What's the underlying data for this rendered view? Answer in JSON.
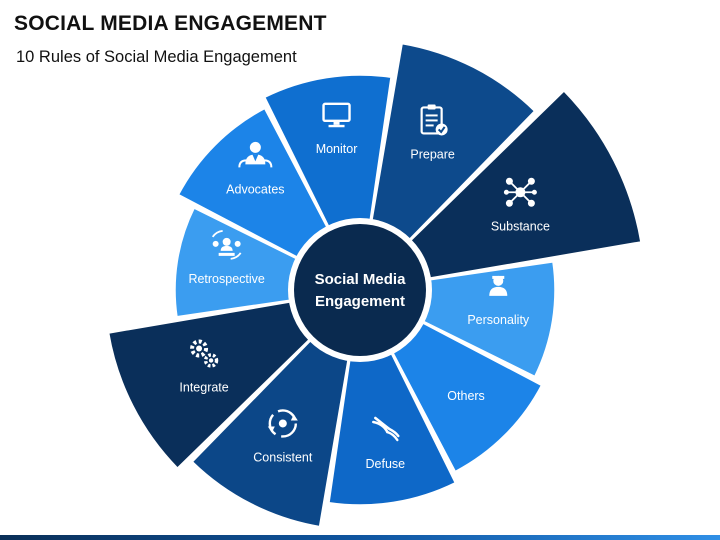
{
  "header": {
    "title": "SOCIAL MEDIA ENGAGEMENT",
    "subtitle": "10 Rules of Social Media Engagement"
  },
  "center": {
    "line1": "Social Media",
    "line2": "Engagement"
  },
  "segments": [
    {
      "label": "Monitor",
      "icon": "monitor-icon",
      "color": "#0f6fd0"
    },
    {
      "label": "Prepare",
      "icon": "clipboard-check-icon",
      "color": "#0d4a8c"
    },
    {
      "label": "Substance",
      "icon": "network-icon",
      "color": "#0a2f5a"
    },
    {
      "label": "Personality",
      "icon": "person-icon",
      "color": "#3b9df0"
    },
    {
      "label": "Others",
      "icon": "",
      "color": "#1c84e8"
    },
    {
      "label": "Defuse",
      "icon": "pliers-icon",
      "color": "#0e68c8"
    },
    {
      "label": "Consistent",
      "icon": "cycle-icon",
      "color": "#0c4788"
    },
    {
      "label": "Integrate",
      "icon": "gears-icon",
      "color": "#0a2f5a"
    },
    {
      "label": "Retrospective",
      "icon": "meeting-icon",
      "color": "#3b9df0"
    },
    {
      "label": "Advocates",
      "icon": "users-icon",
      "color": "#1c84e8"
    }
  ],
  "colors": {
    "hub_fill": "#0a2a4f",
    "hub_ring": "#ffffff",
    "background": "#f3f4f6"
  }
}
